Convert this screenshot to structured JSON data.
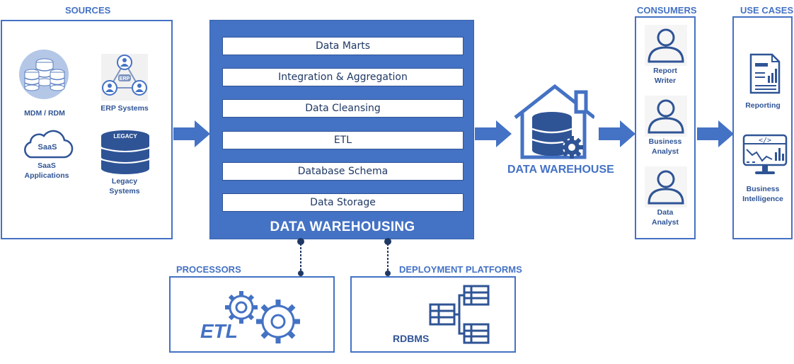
{
  "sections": {
    "sources": "SOURCES",
    "consumers": "CONSUMERS",
    "use_cases": "USE CASES",
    "processors": "PROCESSORS",
    "deployment": "DEPLOYMENT PLATFORMS"
  },
  "sources": {
    "mdm": "MDM / RDM",
    "erp": "ERP Systems",
    "erp_badge": "ERP",
    "saas_cloud": "SaaS",
    "saas": [
      "SaaS",
      "Applications"
    ],
    "legacy_badge": "LEGACY",
    "legacy": [
      "Legacy",
      "Systems"
    ]
  },
  "warehousing": {
    "title": "DATA WAREHOUSING",
    "layers": [
      "Data Marts",
      "Integration & Aggregation",
      "Data Cleansing",
      "ETL",
      "Database Schema",
      "Data Storage"
    ]
  },
  "warehouse": {
    "label": "DATA WAREHOUSE"
  },
  "consumers": [
    [
      "Report",
      "Writer"
    ],
    [
      "Business",
      "Analyst"
    ],
    [
      "Data",
      "Analyst"
    ]
  ],
  "use_cases": [
    [
      "Reporting"
    ],
    [
      "Business",
      "Intelligence"
    ]
  ],
  "processors": {
    "label": "ETL"
  },
  "deployment": {
    "label": "RDBMS"
  },
  "colors": {
    "primary": "#4472c4",
    "dark": "#2f5496",
    "light": "#b4c7e7"
  }
}
